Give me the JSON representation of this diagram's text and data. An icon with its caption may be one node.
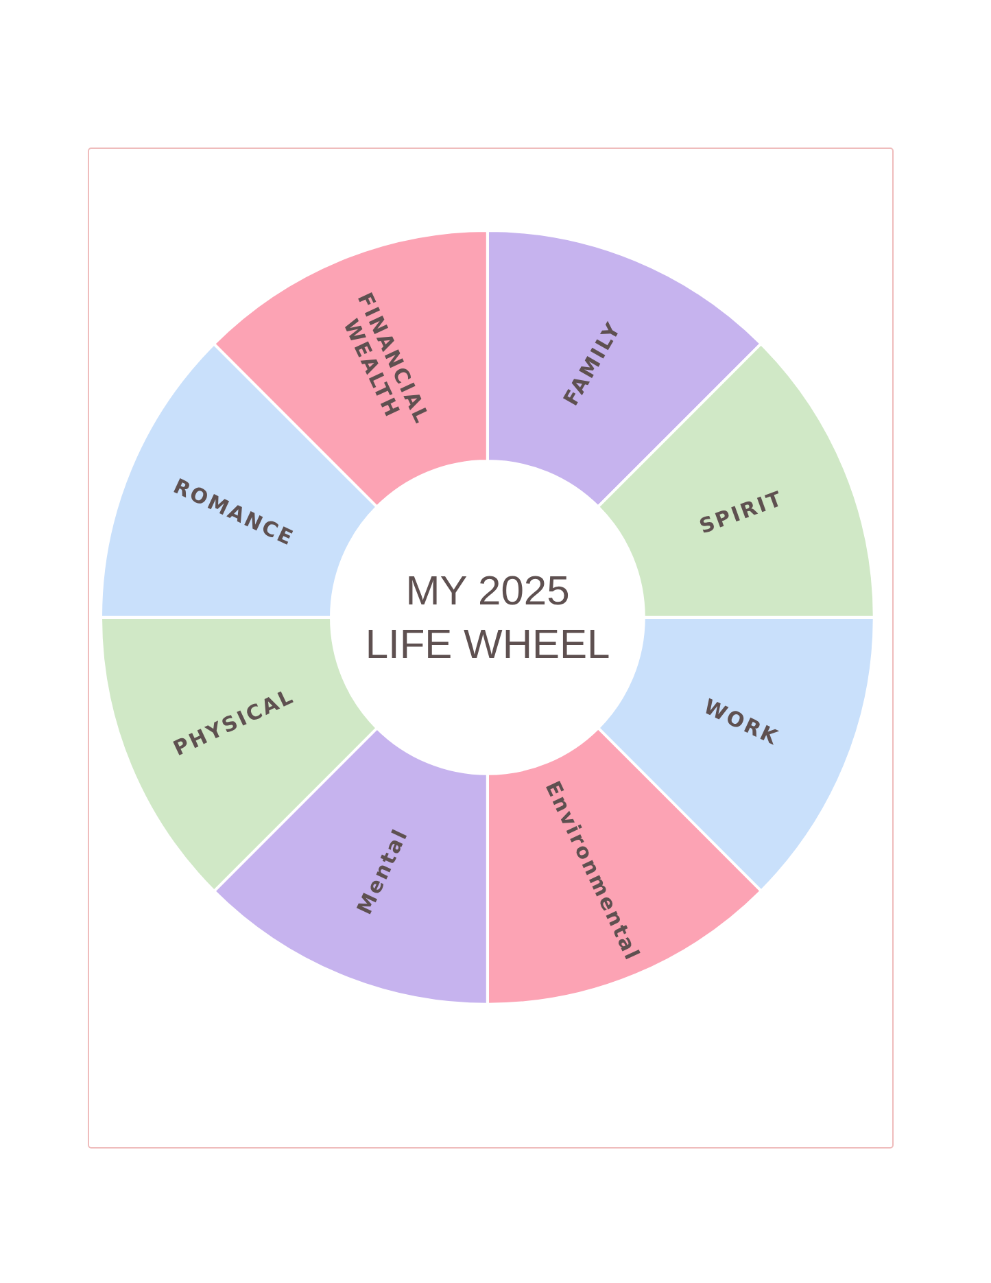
{
  "diagram": {
    "nodes": [
      {
        "text": [
          "MY 2025 LIFE WHEEL"
        ]
      },
      {
        "text": [
          "FAMILY"
        ]
      },
      {
        "text": [
          "SPIRIT"
        ]
      },
      {
        "text": [
          "WORK"
        ]
      },
      {
        "text": [
          "Environmental"
        ]
      },
      {
        "text": [
          "Mental"
        ]
      },
      {
        "text": [
          "PHYSICAL"
        ]
      },
      {
        "text": [
          "ROMANCE"
        ]
      },
      {
        "text": [
          "FINANCIAL WEALTH"
        ]
      }
    ]
  }
}
